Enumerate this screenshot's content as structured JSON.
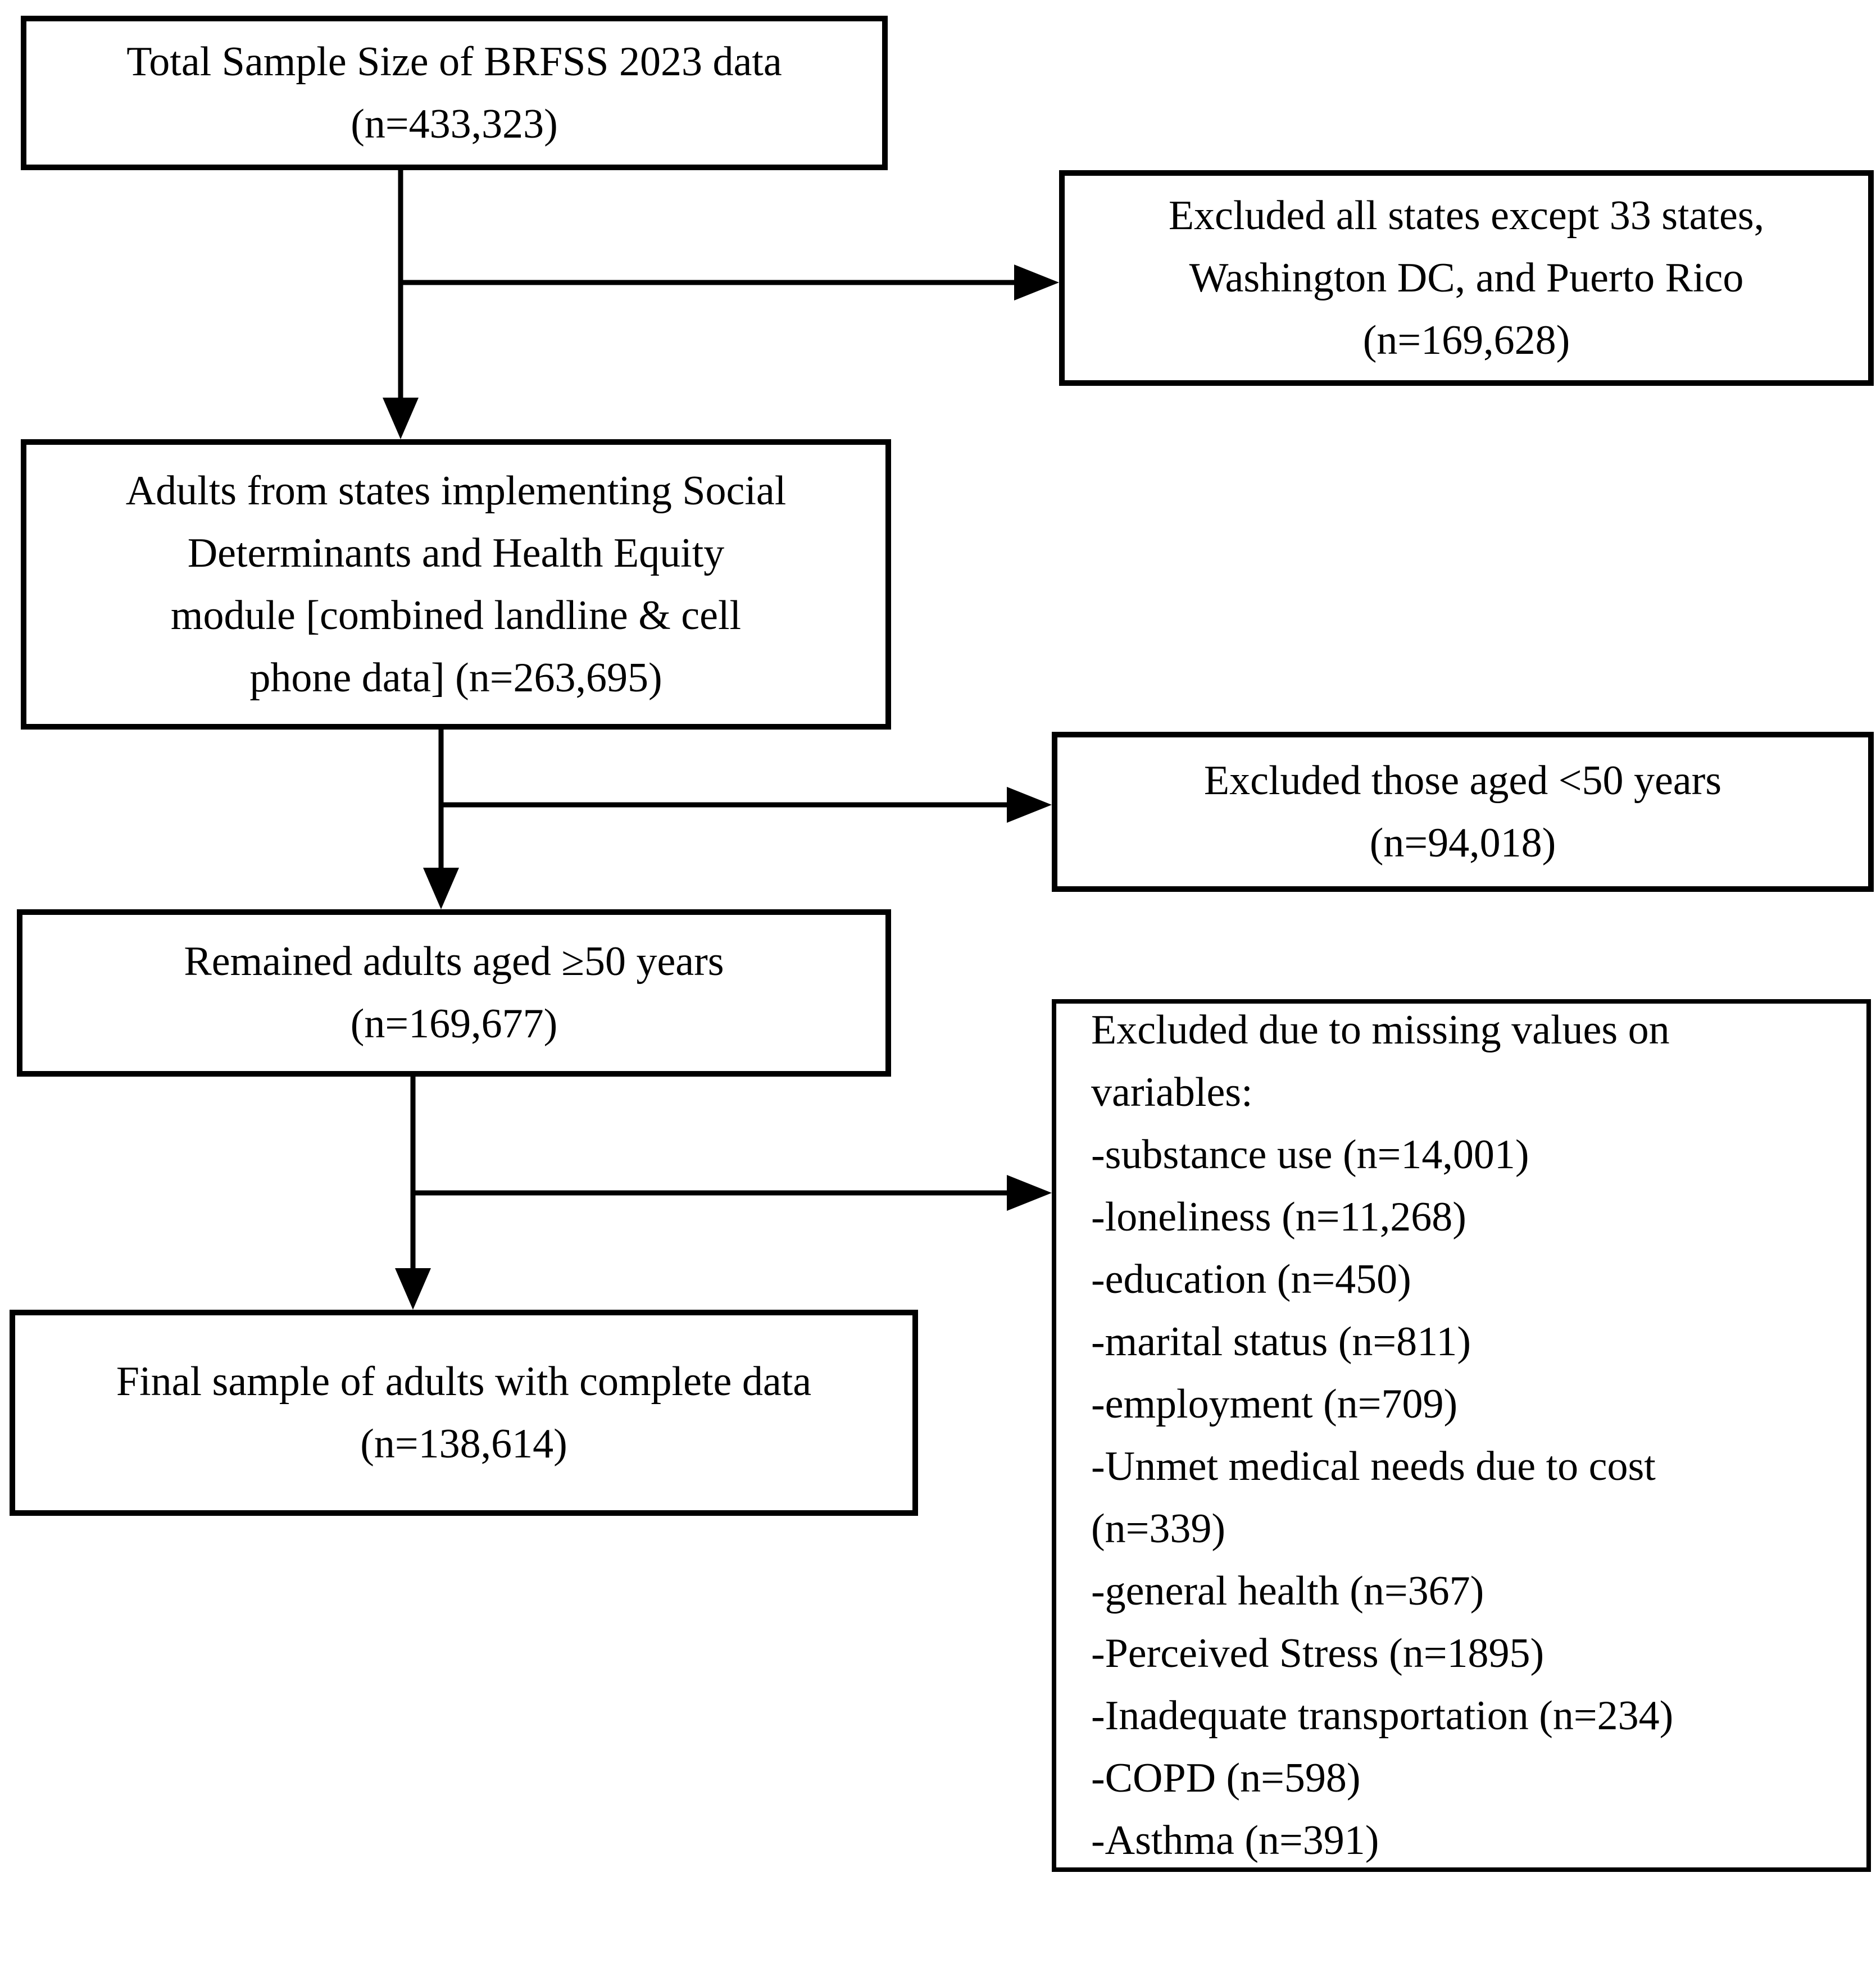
{
  "figure": {
    "ink": "#000000",
    "background": "#ffffff"
  },
  "boxes": {
    "total_sample": {
      "lines": [
        "Total Sample Size of BRFSS 2023 data",
        "(n=433,323)"
      ]
    },
    "excluded_states": {
      "lines": [
        "Excluded all states except 33 states,",
        "Washington DC, and Puerto Rico",
        "(n=169,628)"
      ]
    },
    "adults_sdoh_module": {
      "lines": [
        "Adults from states implementing Social",
        "Determinants and Health Equity",
        "module [combined landline & cell",
        "phone data] (n=263,695)"
      ]
    },
    "excluded_age": {
      "lines": [
        "Excluded those aged <50 years",
        "(n=94,018)"
      ]
    },
    "remained_adults": {
      "lines": [
        "Remained adults aged ≥50 years",
        "(n=169,677)"
      ]
    },
    "excluded_missing": {
      "lines": [
        "Excluded due to missing values on",
        "variables:",
        "-substance use (n=14,001)",
        "-loneliness (n=11,268)",
        "-education (n=450)",
        "-marital status (n=811)",
        "-employment (n=709)",
        "-Unmet medical needs due to cost",
        "(n=339)",
        "-general health (n=367)",
        "-Perceived Stress (n=1895)",
        "-Inadequate transportation (n=234)",
        "-COPD (n=598)",
        "-Asthma (n=391)"
      ]
    },
    "final_sample": {
      "lines": [
        "Final sample of adults with complete data",
        "(n=138,614)"
      ]
    }
  }
}
